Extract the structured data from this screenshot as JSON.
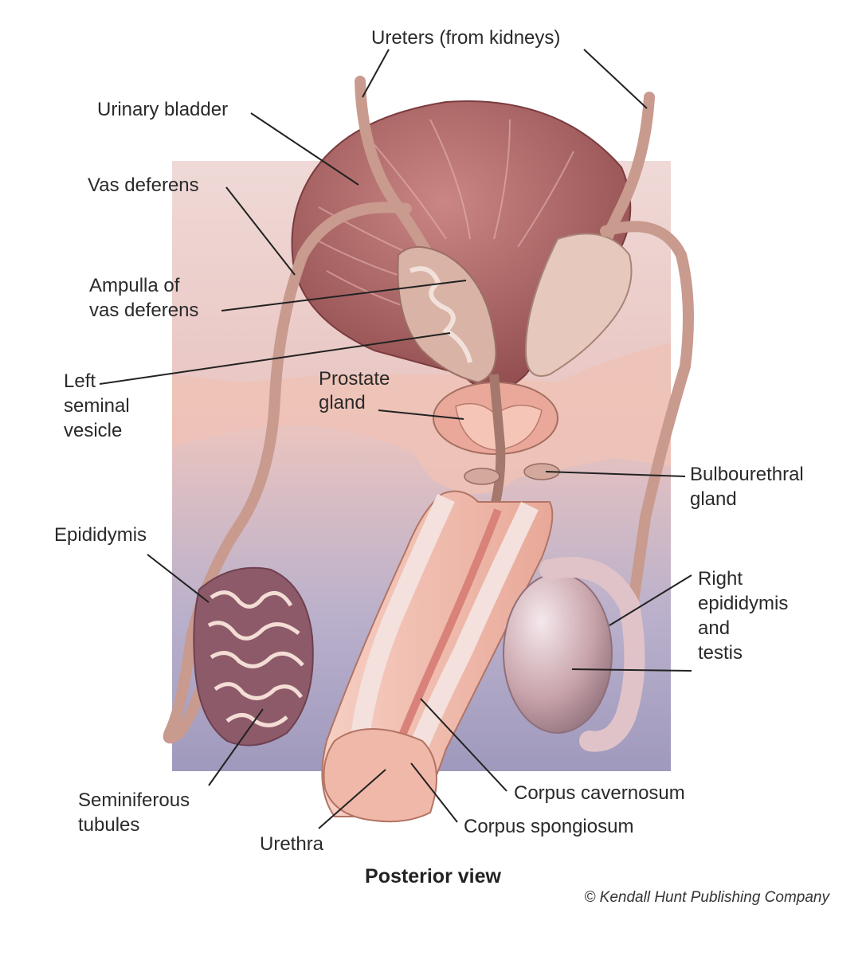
{
  "labels": {
    "ureters": "Ureters (from kidneys)",
    "urinary_bladder": "Urinary bladder",
    "vas_deferens": "Vas deferens",
    "ampulla_line1": "Ampulla of",
    "ampulla_line2": "vas deferens",
    "left_seminal_line1": "Left",
    "left_seminal_line2": "seminal",
    "left_seminal_line3": "vesicle",
    "prostate_line1": "Prostate",
    "prostate_line2": "gland",
    "bulbourethral_line1": "Bulbourethral",
    "bulbourethral_line2": "gland",
    "epididymis": "Epididymis",
    "right_epi_line1": "Right",
    "right_epi_line2": "epididymis",
    "right_epi_line3": "and",
    "right_epi_line4": "testis",
    "seminiferous_line1": "Seminiferous",
    "seminiferous_line2": "tubules",
    "corpus_cavernosum": "Corpus cavernosum",
    "corpus_spongiosum": "Corpus spongiosum",
    "urethra": "Urethra"
  },
  "caption": "Posterior view",
  "copyright": "© Kendall Hunt Publishing Company",
  "colors": {
    "background_top": "#efd9d6",
    "background_bottom": "#9f99bd",
    "bladder": "#b36a68",
    "tissue": "#efb9ad",
    "duct": "#c99a8e",
    "testis": "#c8a3aa",
    "leader": "#222222"
  }
}
